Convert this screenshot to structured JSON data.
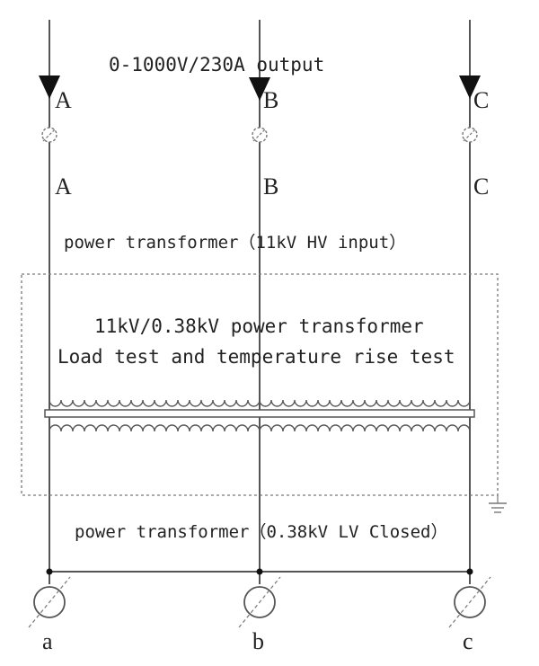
{
  "top_label": "0-1000V/230A output",
  "hv_label": "power transformer（11kV HV input）",
  "transformer_title": "11kV/0.38kV power transformer",
  "transformer_subtitle": "Load test and temperature rise test",
  "lv_label": "power transformer（0.38kV LV Closed）",
  "phases": [
    {
      "upper": "A",
      "lower": "A",
      "meter": "a"
    },
    {
      "upper": "B",
      "lower": "B",
      "meter": "b"
    },
    {
      "upper": "C",
      "lower": "C",
      "meter": "c"
    }
  ],
  "colors": {
    "line": "#555555",
    "text": "#222222",
    "dash": "#777777"
  }
}
